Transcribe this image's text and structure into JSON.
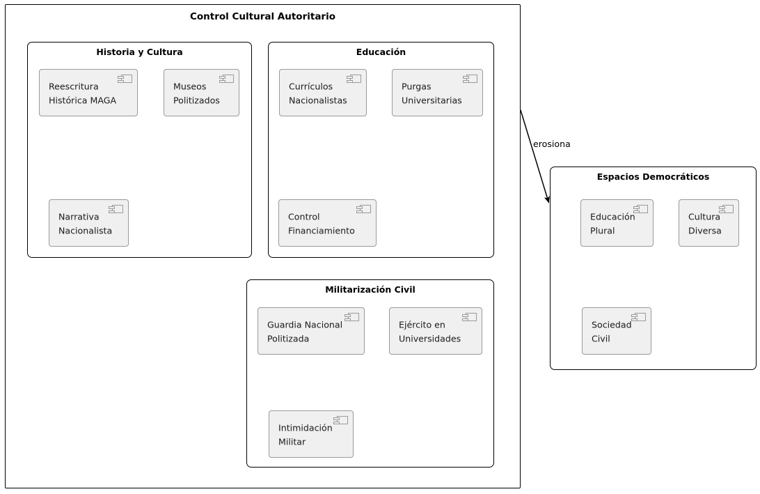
{
  "diagram": {
    "title": "Control Cultural Autoritario",
    "icon_name": "uml-component-icon"
  },
  "groups": [
    {
      "id": "historia-y-cultura",
      "title": "Historia y Cultura",
      "components": [
        {
          "id": "reescritura-historica-maga",
          "label": "Reescritura\nHistórica MAGA"
        },
        {
          "id": "museos-politizados",
          "label": "Museos\nPolitizados"
        },
        {
          "id": "narrativa-nacionalista",
          "label": "Narrativa\nNacionalista"
        }
      ]
    },
    {
      "id": "educacion",
      "title": "Educación",
      "components": [
        {
          "id": "curriculos-nacionalistas",
          "label": "Currículos\nNacionalistas"
        },
        {
          "id": "purgas-universitarias",
          "label": "Purgas\nUniversitarias"
        },
        {
          "id": "control-financiamiento",
          "label": "Control\nFinanciamiento"
        }
      ]
    },
    {
      "id": "militarizacion-civil",
      "title": "Militarización Civil",
      "components": [
        {
          "id": "guardia-nacional-politizada",
          "label": "Guardia Nacional\nPolitizada"
        },
        {
          "id": "ejercito-en-universidades",
          "label": "Ejército en\nUniversidades"
        },
        {
          "id": "intimidacion-militar",
          "label": "Intimidación\nMilitar"
        }
      ]
    },
    {
      "id": "espacios-democraticos",
      "title": "Espacios Democráticos",
      "components": [
        {
          "id": "educacion-plural",
          "label": "Educación\nPlural"
        },
        {
          "id": "cultura-diversa",
          "label": "Cultura\nDiversa"
        },
        {
          "id": "sociedad-civil",
          "label": "Sociedad\nCivil"
        }
      ]
    }
  ],
  "edges": [
    {
      "id": "erosiona",
      "label": "erosiona",
      "from": "Control Cultural Autoritario",
      "to": "Espacios Democráticos"
    }
  ],
  "colors": {
    "outline": "#000000",
    "component_fill": "#f0f0f0",
    "component_border": "#9a9a9a",
    "text": "#1a1a1a",
    "background": "#ffffff"
  }
}
